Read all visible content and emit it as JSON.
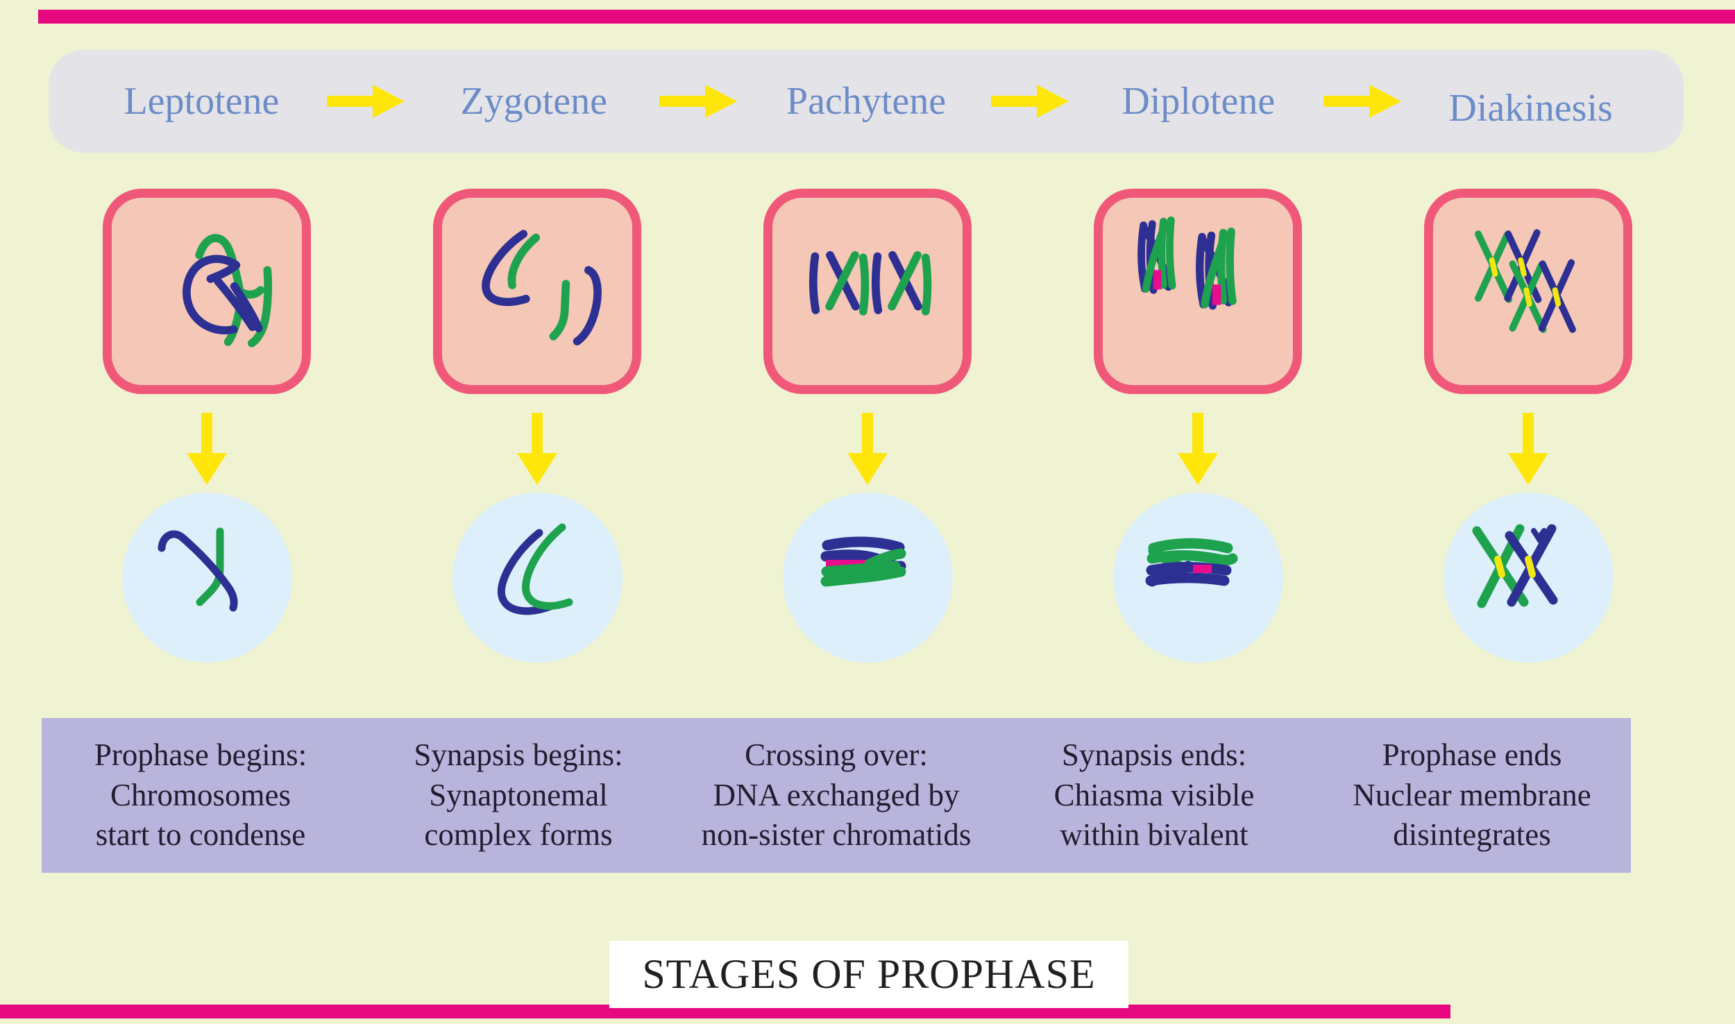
{
  "title": {
    "text": "STAGES OF PROPHASE"
  },
  "stages": [
    {
      "name": "Leptotene",
      "desc_lines": [
        "Prophase begins:",
        "Chromosomes",
        "start to condense"
      ]
    },
    {
      "name": "Zygotene",
      "desc_lines": [
        "Synapsis begins:",
        "Synaptonemal",
        "complex forms"
      ]
    },
    {
      "name": "Pachytene",
      "desc_lines": [
        "Crossing over:",
        "DNA exchanged by",
        "non-sister chromatids"
      ]
    },
    {
      "name": "Diplotene",
      "desc_lines": [
        "Synapsis ends:",
        "Chiasma visible",
        "within bivalent"
      ]
    },
    {
      "name": "Diakinesis",
      "desc_lines": [
        "Prophase ends",
        "Nuclear membrane",
        "disintegrates"
      ]
    }
  ],
  "icons": {
    "stage_flow_arrow": "right-arrow",
    "cell_to_nucleus_arrow": "down-arrow"
  },
  "colors": {
    "background": "#eff3d2",
    "edge_stripe": "#e5087e",
    "header_bar": "#e4e4e8",
    "header_text": "#6c8cc8",
    "arrow_yellow": "#ffe60a",
    "cell_fill": "#f4c7b6",
    "cell_border": "#f0587a",
    "nucleus_fill": "#ddeffa",
    "chromosome_blue": "#2d3092",
    "chromosome_green": "#1fa24e",
    "crossover_magenta": "#e90c8c",
    "chiasma_yellow": "#f2e713",
    "band_fill": "#b8b4db",
    "band_text": "#211d30",
    "title_bg": "#ffffff",
    "title_text": "#231f20"
  }
}
